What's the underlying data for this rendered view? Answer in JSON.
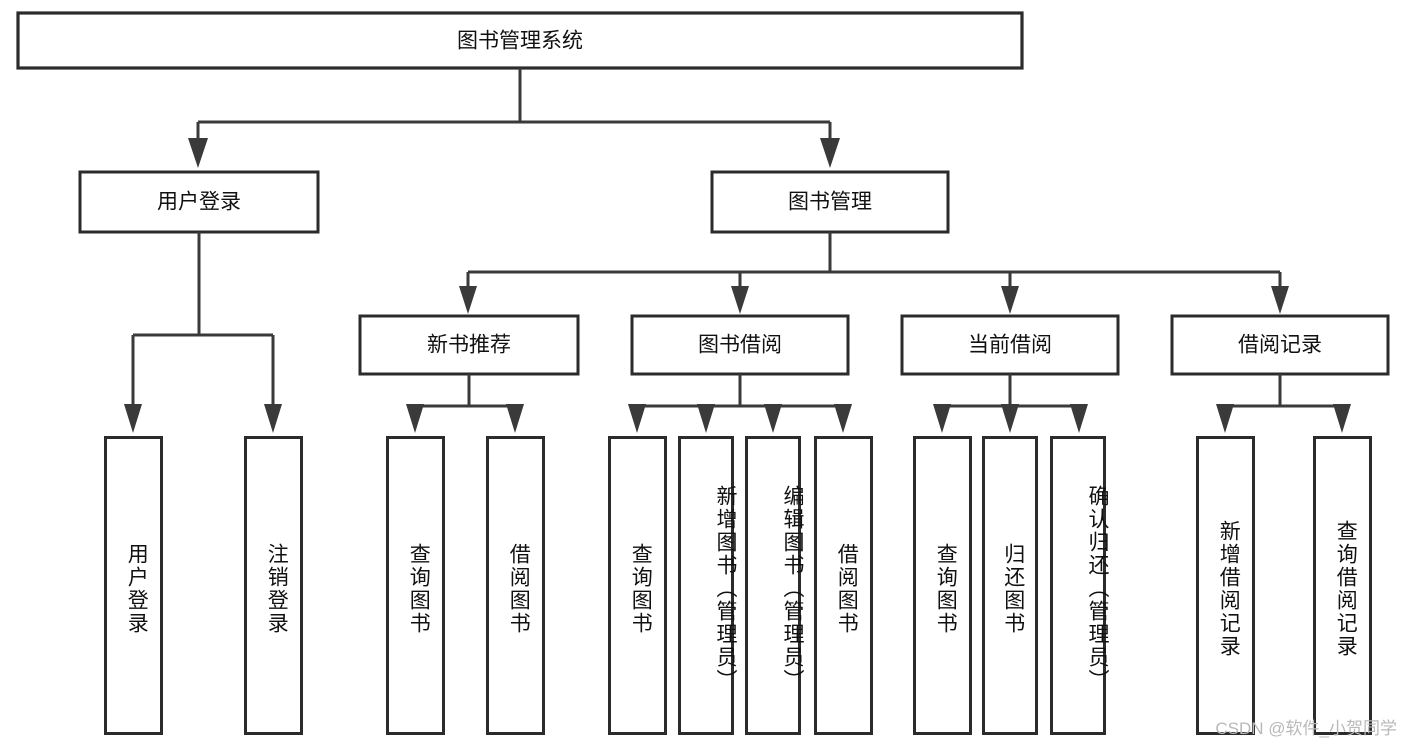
{
  "diagram": {
    "title": "图书管理系统",
    "type": "tree-hierarchy-diagram",
    "root": {
      "label": "图书管理系统"
    },
    "level2": [
      {
        "label": "用户登录"
      },
      {
        "label": "图书管理"
      }
    ],
    "level3": [
      {
        "label": "新书推荐"
      },
      {
        "label": "图书借阅"
      },
      {
        "label": "当前借阅"
      },
      {
        "label": "借阅记录"
      }
    ],
    "leaves": {
      "user_login": [
        {
          "label": "用户登录"
        },
        {
          "label": "注销登录"
        }
      ],
      "new_book_recommend": [
        {
          "label": "查询图书"
        },
        {
          "label": "借阅图书"
        }
      ],
      "book_borrow": [
        {
          "label": "查询图书"
        },
        {
          "label": "新增图书（管理员）"
        },
        {
          "label": "编辑图书（管理员）"
        },
        {
          "label": "借阅图书"
        }
      ],
      "current_borrow": [
        {
          "label": "查询图书"
        },
        {
          "label": "归还图书"
        },
        {
          "label": "确认归还（管理员）"
        }
      ],
      "borrow_record": [
        {
          "label": "新增借阅记录"
        },
        {
          "label": "查询借阅记录"
        }
      ]
    }
  },
  "watermark": {
    "text": "CSDN @软件_小贺同学"
  },
  "colors": {
    "background": "#ffffff",
    "box_border": "#2b2b2b",
    "connector": "#3a3a3a",
    "text": "#111111",
    "watermark": "#b9b9b9"
  }
}
